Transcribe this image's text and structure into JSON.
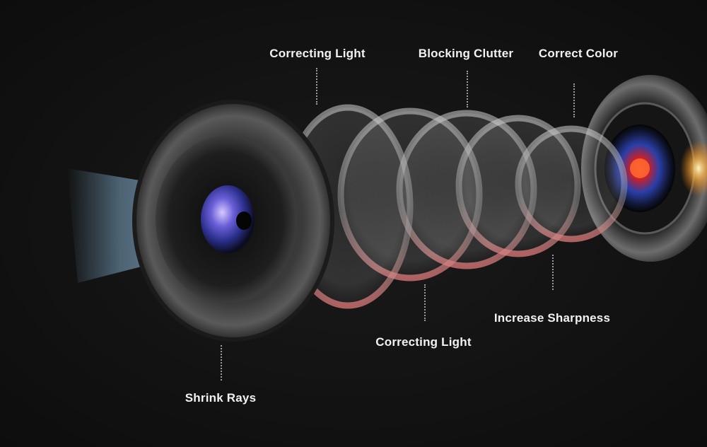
{
  "labels": {
    "top_left": "Correcting Light",
    "top_center": "Blocking Clutter",
    "top_right": "Correct Color",
    "bottom_right": "Increase Sharpness",
    "bottom_center": "Correcting Light",
    "bottom_left": "Shrink Rays"
  },
  "colors": {
    "background": "#111111",
    "ring_highlight": "#e07a7a",
    "beam": "#8fc3e8",
    "label_text": "#f2f2f2"
  }
}
